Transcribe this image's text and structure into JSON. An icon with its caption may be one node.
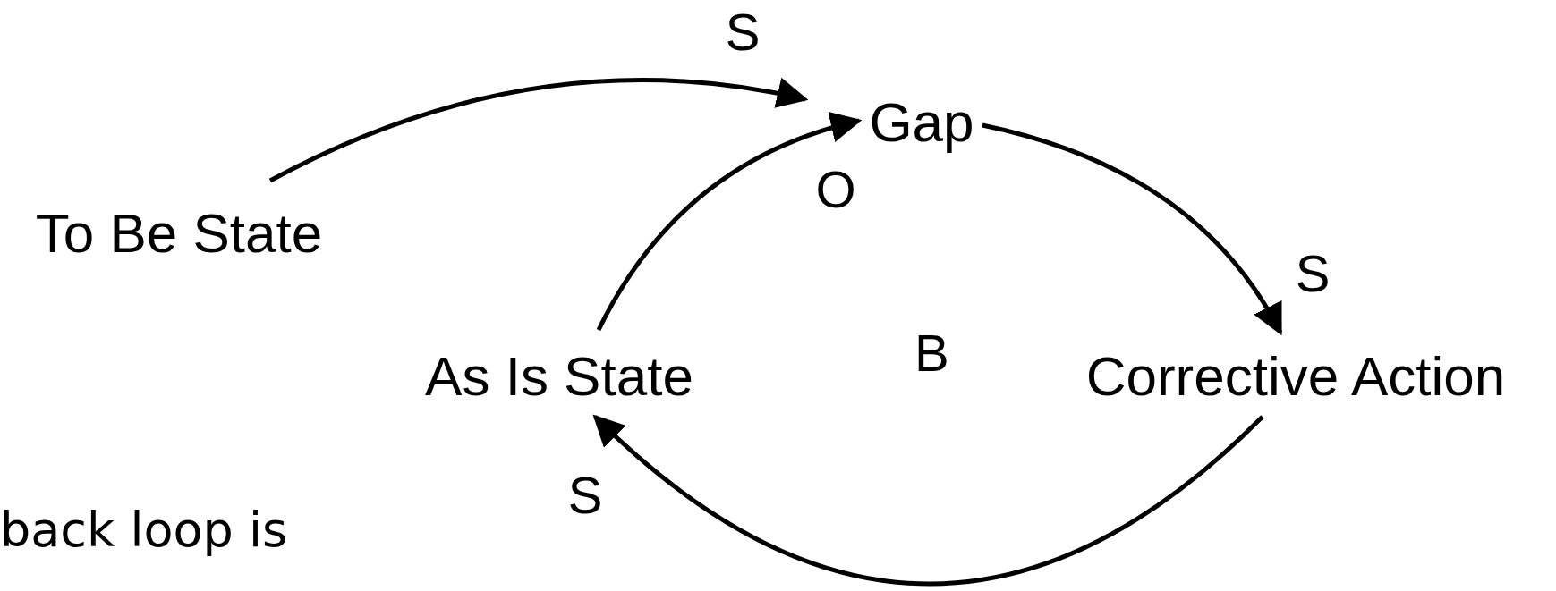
{
  "diagram": {
    "nodes": [
      {
        "text": [
          "To Be State"
        ]
      },
      {
        "text": [
          "Gap"
        ]
      },
      {
        "text": [
          "As Is State"
        ]
      },
      {
        "text": [
          "Corrective Action"
        ]
      }
    ],
    "edges": [
      {
        "from": 0,
        "to": 1,
        "arrow": "to",
        "label": "S"
      },
      {
        "from": 1,
        "to": 3,
        "arrow": "to",
        "label": "S"
      },
      {
        "from": 3,
        "to": 2,
        "arrow": "to",
        "label": "S"
      },
      {
        "from": 2,
        "to": 1,
        "arrow": "to",
        "label": "O"
      }
    ],
    "labels": [
      "B",
      "back loop is"
    ]
  }
}
